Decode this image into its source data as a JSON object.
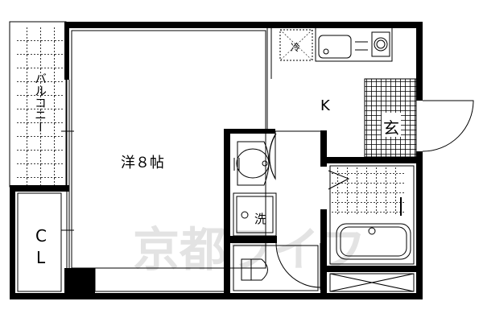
{
  "plan": {
    "rooms": {
      "balcony": "バルコニー",
      "western_room": "洋８帖",
      "closet_c": "C",
      "closet_l": "L",
      "kitchen": "K",
      "entrance": "玄",
      "fridge": "冷",
      "washer": "洗"
    },
    "watermark": "京都ライフ",
    "colors": {
      "wall": "#000000",
      "watermark": "#e3e3e3"
    }
  }
}
